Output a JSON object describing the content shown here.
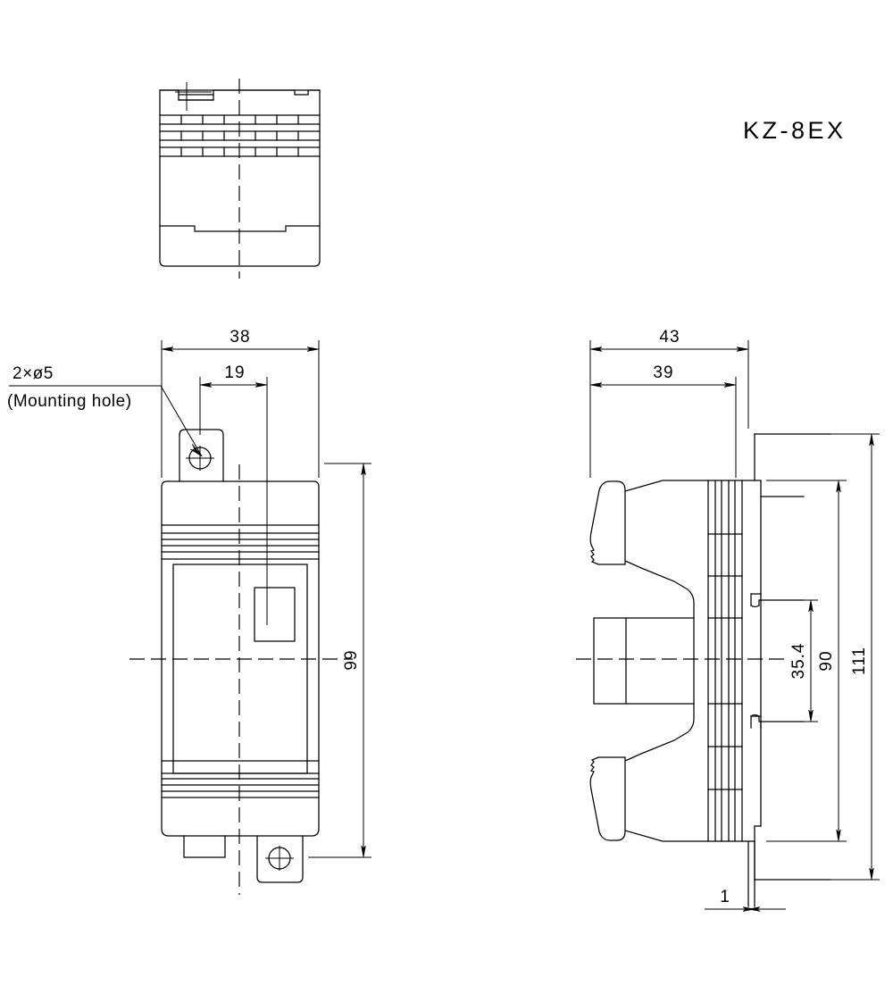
{
  "drawing": {
    "title": "KZ-8EX",
    "sheet_width": 1000,
    "sheet_height": 1122,
    "background_color": "#ffffff",
    "line_color": "#000000",
    "type": "mechanical-dimensional-drawing",
    "unit": "mm"
  },
  "notes": {
    "mounting_hole_spec": "2×ø5",
    "mounting_hole_label": "(Mounting hole)"
  },
  "views": {
    "top": {
      "name": "top-view",
      "label": ""
    },
    "front": {
      "name": "front-view",
      "label": ""
    },
    "side": {
      "name": "side-view",
      "label": ""
    }
  },
  "dimensions": {
    "front": {
      "overall_width": "38",
      "hole_center_offset": "19",
      "overall_height": "99"
    },
    "side": {
      "overall_depth": "43",
      "body_depth": "39",
      "terminal_height": "35.4",
      "mount_height": "90",
      "overall_height": "111",
      "rail_gap": "1"
    }
  },
  "chart_data": {
    "type": "table",
    "title": "KZ-8EX",
    "categories": [
      "38",
      "19",
      "99",
      "43",
      "39",
      "35.4",
      "90",
      "111",
      "1"
    ],
    "values": [
      38,
      19,
      99,
      43,
      39,
      35.4,
      90,
      111,
      1
    ],
    "xlabel": "",
    "ylabel": "mm"
  }
}
